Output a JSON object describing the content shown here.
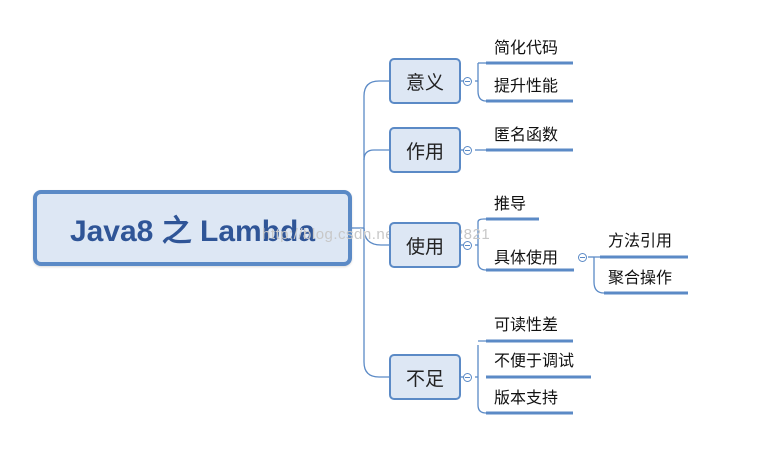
{
  "mindmap": {
    "root": {
      "label": "Java8 之 Lambda"
    },
    "branches": [
      {
        "label": "意义",
        "children": [
          {
            "label": "简化代码"
          },
          {
            "label": "提升性能"
          }
        ]
      },
      {
        "label": "作用",
        "children": [
          {
            "label": "匿名函数"
          }
        ]
      },
      {
        "label": "使用",
        "children": [
          {
            "label": "推导"
          },
          {
            "label": "具体使用",
            "children": [
              {
                "label": "方法引用"
              },
              {
                "label": "聚合操作"
              }
            ]
          }
        ]
      },
      {
        "label": "不足",
        "children": [
          {
            "label": "可读性差"
          },
          {
            "label": "不便于调试"
          },
          {
            "label": "版本支持"
          }
        ]
      }
    ]
  },
  "watermark": "http://blog.csdn.net/zz48822821",
  "colors": {
    "line": "#5b8ac6",
    "node_fill": "#dde7f4",
    "root_text": "#2f5597"
  }
}
